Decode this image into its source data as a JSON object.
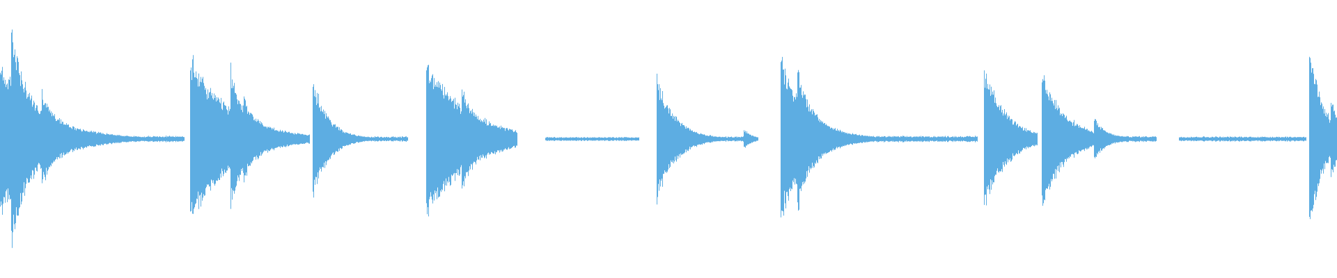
{
  "waveform": {
    "color": "#5dade2",
    "background": "#ffffff",
    "duration_fraction_note": "",
    "onsets": [
      {
        "start": 0.0,
        "amplitude": 0.72,
        "decay": 0.03,
        "tail_end": 0.138,
        "tail_amp": 0.03,
        "secondary": [
          {
            "at": 0.008,
            "amp": 0.62
          },
          {
            "at": 0.031,
            "amp": 0.18
          }
        ]
      },
      {
        "start": 0.142,
        "amplitude": 0.78,
        "decay": 0.03,
        "tail_end": 0.232,
        "tail_amp": 0.03,
        "secondary": [
          {
            "at": 0.172,
            "amp": 0.42
          },
          {
            "at": 0.182,
            "amp": 0.13
          }
        ]
      },
      {
        "start": 0.234,
        "amplitude": 0.55,
        "decay": 0.012,
        "tail_end": 0.305,
        "tail_amp": 0.025,
        "secondary": []
      },
      {
        "start": 0.319,
        "amplitude": 0.74,
        "decay": 0.03,
        "tail_end": 0.387,
        "tail_amp": 0.03,
        "secondary": [
          {
            "at": 0.345,
            "amp": 0.17
          }
        ]
      },
      {
        "start": 0.408,
        "amplitude": 0.0,
        "decay": 0.0,
        "tail_end": 0.478,
        "tail_amp": 0.02,
        "secondary": []
      },
      {
        "start": 0.491,
        "amplitude": 0.57,
        "decay": 0.014,
        "tail_end": 0.567,
        "tail_amp": 0.025,
        "secondary": [
          {
            "at": 0.556,
            "amp": 0.09
          }
        ]
      },
      {
        "start": 0.584,
        "amplitude": 0.76,
        "decay": 0.02,
        "tail_end": 0.731,
        "tail_amp": 0.03,
        "secondary": [
          {
            "at": 0.596,
            "amp": 0.32
          }
        ]
      },
      {
        "start": 0.736,
        "amplitude": 0.68,
        "decay": 0.016,
        "tail_end": 0.776,
        "tail_amp": 0.035,
        "secondary": []
      },
      {
        "start": 0.779,
        "amplitude": 0.62,
        "decay": 0.018,
        "tail_end": 0.865,
        "tail_amp": 0.03,
        "secondary": [
          {
            "at": 0.818,
            "amp": 0.14
          }
        ]
      },
      {
        "start": 0.882,
        "amplitude": 0.0,
        "decay": 0.0,
        "tail_end": 0.977,
        "tail_amp": 0.025,
        "secondary": []
      },
      {
        "start": 0.979,
        "amplitude": 0.92,
        "decay": 0.01,
        "tail_end": 1.0,
        "tail_amp": 0.1,
        "secondary": [
          {
            "at": 0.995,
            "amp": 0.22
          }
        ]
      }
    ]
  }
}
